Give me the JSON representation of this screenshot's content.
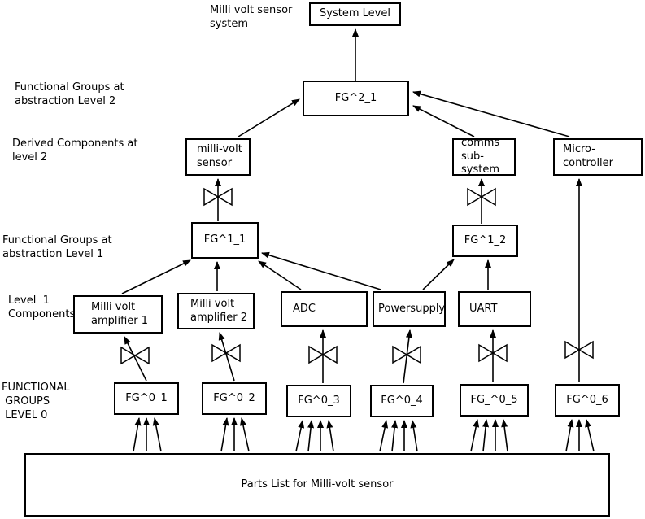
{
  "labels": {
    "system_note": "Milli volt sensor\nsystem",
    "functional_groups_level2": "Functional Groups at\nabstraction Level 2",
    "derived_components_level2": "Derived Components at\nlevel 2",
    "functional_groups_level1": "Functional Groups at\nabstraction Level 1",
    "level1_components": "Level  1\nComponents",
    "functional_groups_level0": "FUNCTIONAL\n GROUPS\n LEVEL 0"
  },
  "boxes": {
    "system_level": "System Level",
    "fg2_1": "FG^2_1",
    "millivolt_sensor": "milli-volt\nsensor",
    "comms_subsystem": "comms\nsub-system",
    "microcontroller": "Micro-\ncontroller",
    "fg1_1": "FG^1_1",
    "fg1_2": "FG^1_2",
    "amp1": "Milli volt\namplifier 1",
    "amp2": "Milli volt\namplifier 2",
    "adc": "ADC",
    "powersupply": "Powersupply",
    "uart": "UART",
    "fg0_1": "FG^0_1",
    "fg0_2": "FG^0_2",
    "fg0_3": "FG^0_3",
    "fg0_4": "FG^0_4",
    "fg0_5": "FG_^0_5",
    "fg0_6": "FG^0_6",
    "parts_list": "Parts List for Milli-volt sensor"
  },
  "colors": {
    "line": "#000000",
    "box_background": "#ffffff",
    "page_background": "#ffffff",
    "text": "#000000"
  }
}
